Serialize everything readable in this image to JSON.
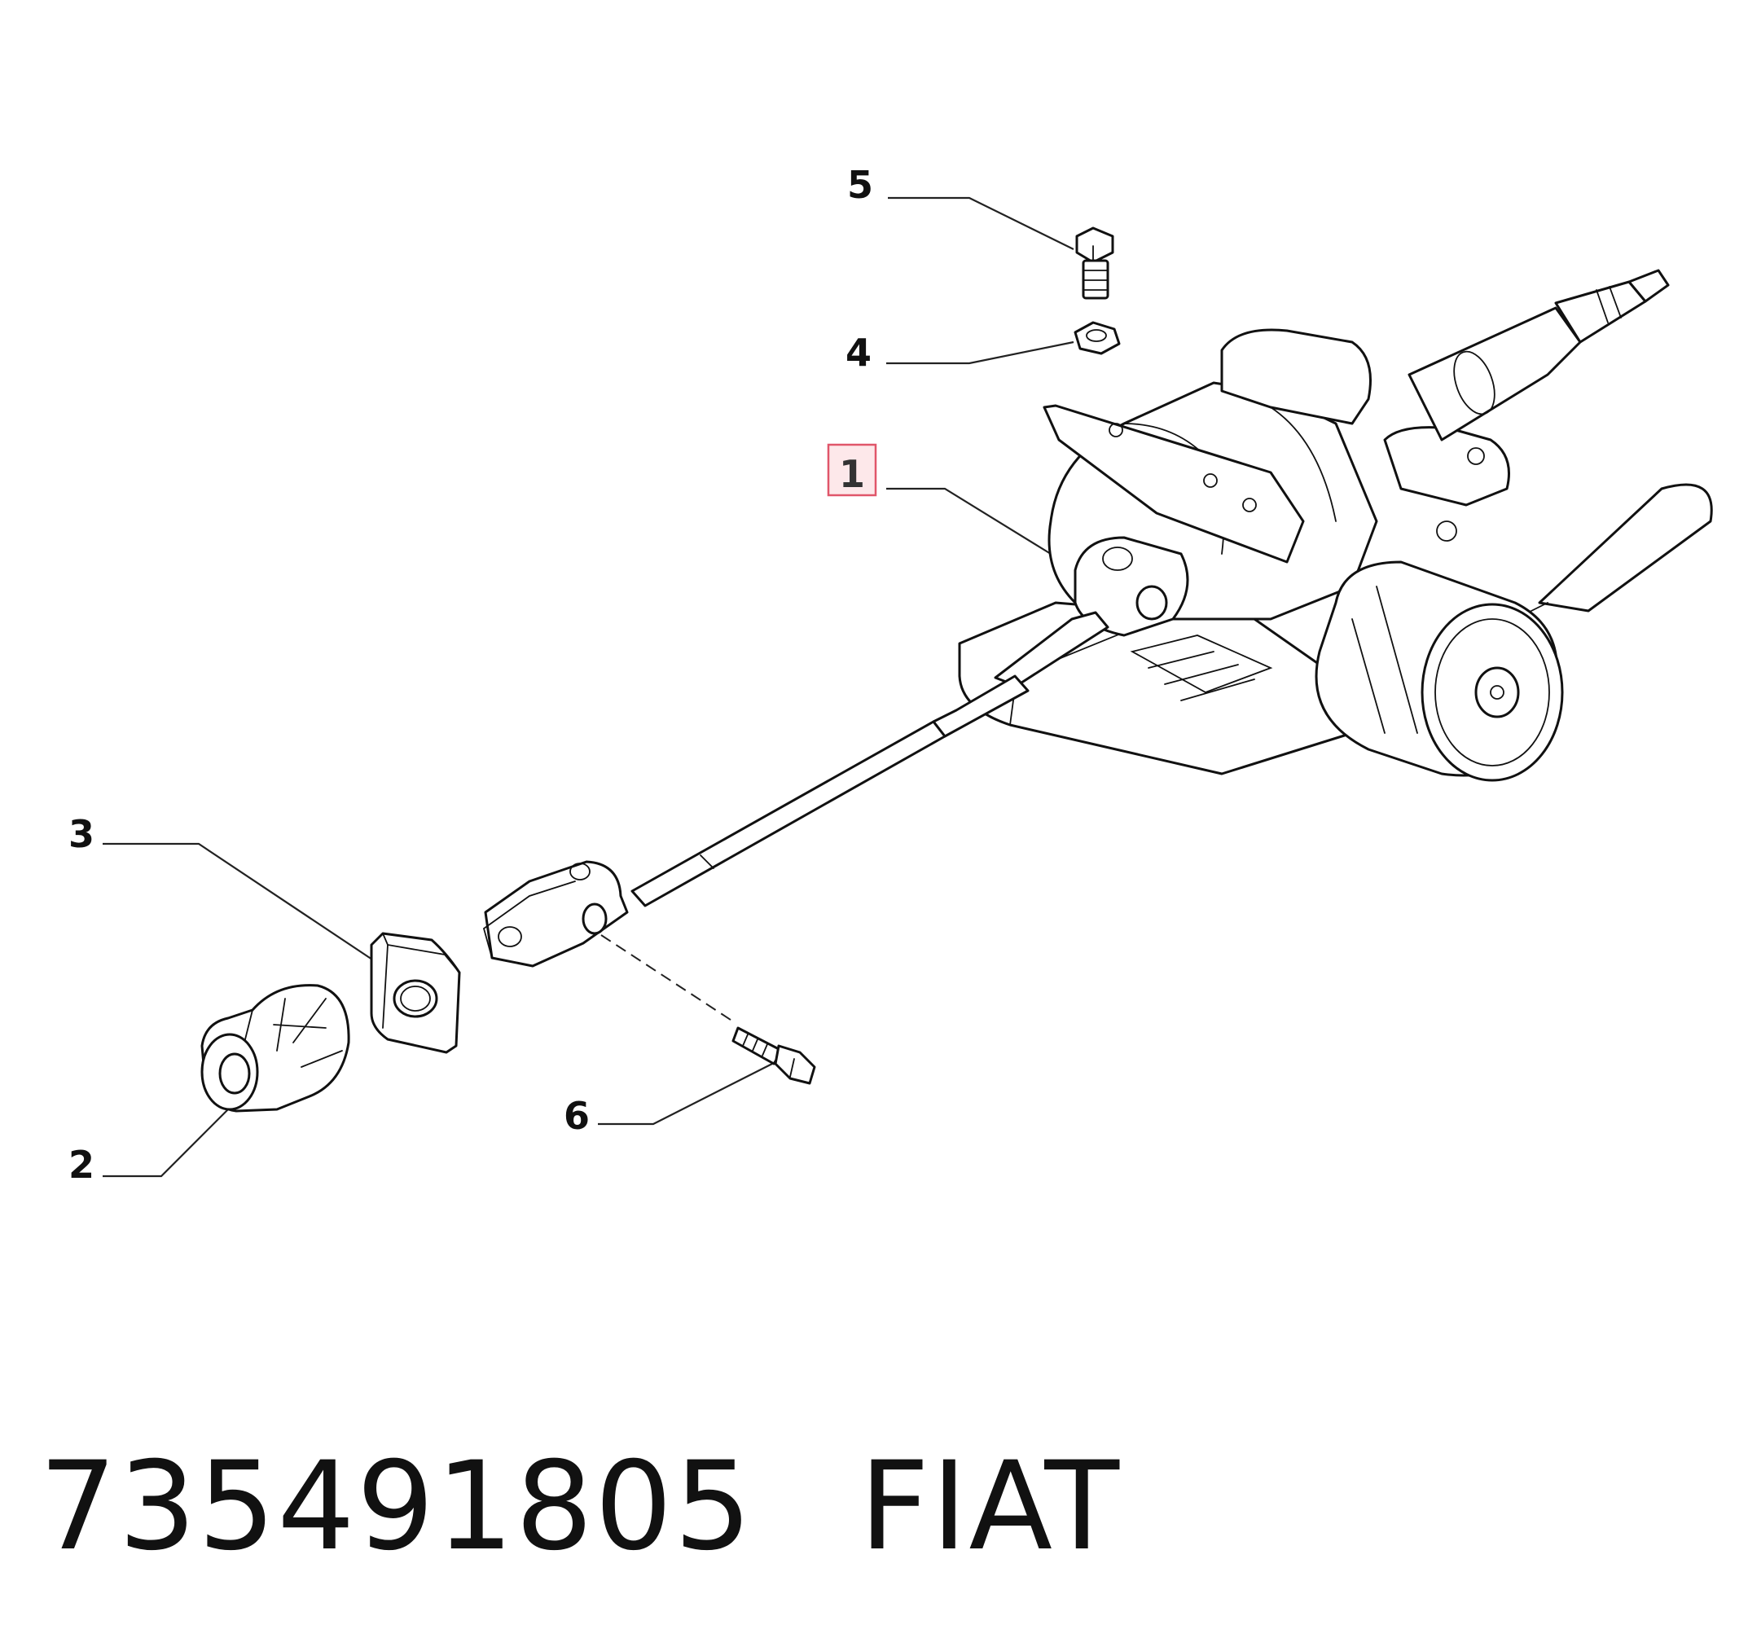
{
  "diagram": {
    "callouts": [
      {
        "id": "1",
        "label": "1",
        "selected": true
      },
      {
        "id": "2",
        "label": "2",
        "selected": false
      },
      {
        "id": "3",
        "label": "3",
        "selected": false
      },
      {
        "id": "4",
        "label": "4",
        "selected": false
      },
      {
        "id": "5",
        "label": "5",
        "selected": false
      },
      {
        "id": "6",
        "label": "6",
        "selected": false
      }
    ],
    "colors": {
      "line": "#111111",
      "highlight_fill": "#fde8ea",
      "highlight_border": "#e0566a",
      "background": "#ffffff"
    }
  },
  "caption": {
    "part_number": "735491805",
    "brand": "FIAT"
  }
}
